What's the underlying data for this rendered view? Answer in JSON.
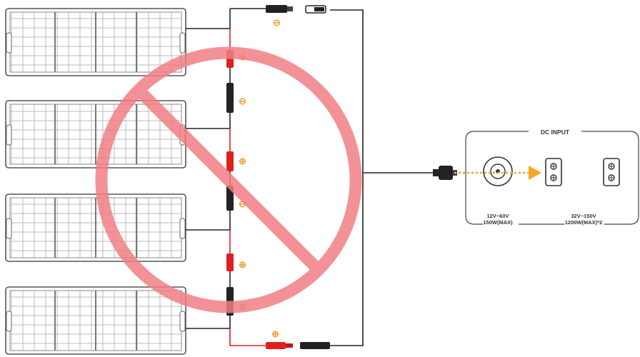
{
  "colors": {
    "panel_frame": "#555555",
    "panel_cell": "#bbbbbb",
    "wire_black": "#222222",
    "wire_red": "#e02020",
    "prohibition": "#f07f86",
    "arrow": "#f5a623",
    "polarity_mark": "#f0a030"
  },
  "polarity": {
    "negative": "⊖",
    "positive": "⊕"
  },
  "dc_input": {
    "title": "DC INPUT",
    "left_port": {
      "icon": "round-dc-port-icon",
      "voltage": "12V~60V",
      "power": "150W(MAX)"
    },
    "right_ports": {
      "icon": "anderson-port-icon",
      "count": 2,
      "voltage": "32V~150V",
      "power": "1200W(MAX)*2"
    }
  },
  "panels": [
    {
      "name": "solar-panel-1"
    },
    {
      "name": "solar-panel-2"
    },
    {
      "name": "solar-panel-3"
    },
    {
      "name": "solar-panel-4"
    }
  ],
  "icons": {
    "prohibition": "prohibition-icon",
    "connector_negative": "mc4-negative-connector-icon",
    "connector_positive": "mc4-positive-connector-icon",
    "input_plug": "dc-plug-icon",
    "arrow": "arrow-right-icon"
  }
}
